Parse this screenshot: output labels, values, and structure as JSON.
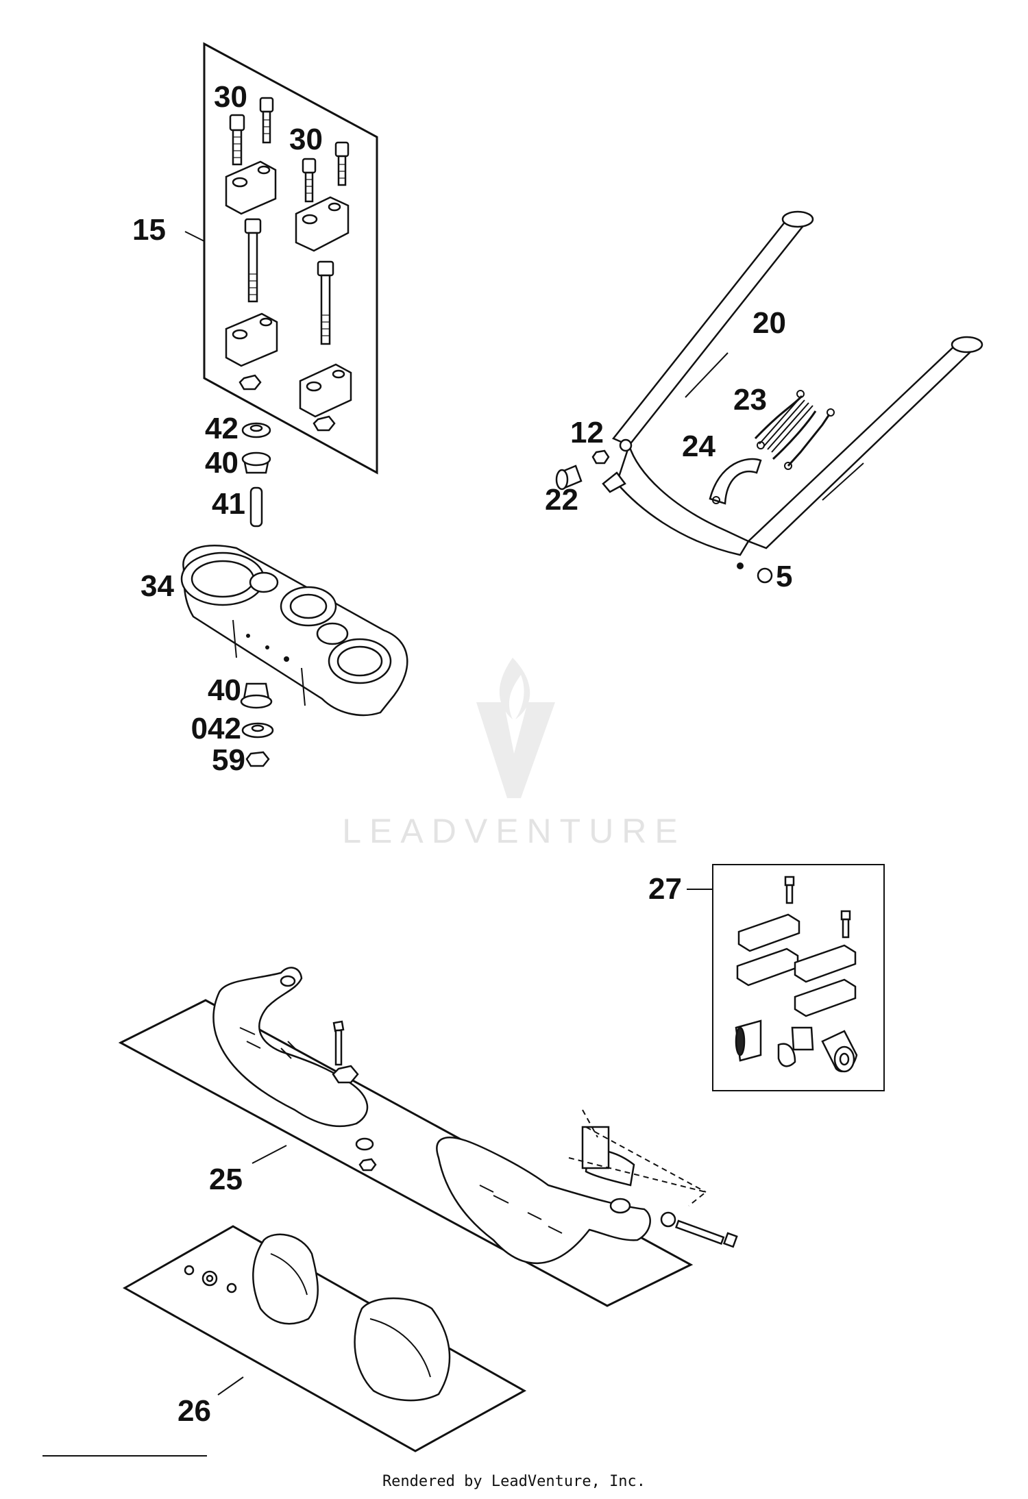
{
  "diagram": {
    "callouts": {
      "c15": "15",
      "c30a": "30",
      "c30b": "30",
      "c42": "42",
      "c40a": "40",
      "c41": "41",
      "c34": "34",
      "c40b": "40",
      "c042": "042",
      "c59": "59",
      "c20": "20",
      "c23": "23",
      "c12": "12",
      "c24": "24",
      "c22": "22",
      "c5": "5",
      "c27": "27",
      "c25": "25",
      "c26": "26"
    }
  },
  "watermark": {
    "brand": "LEADVENTURE"
  },
  "footer": {
    "credit": "Rendered by LeadVenture, Inc."
  }
}
